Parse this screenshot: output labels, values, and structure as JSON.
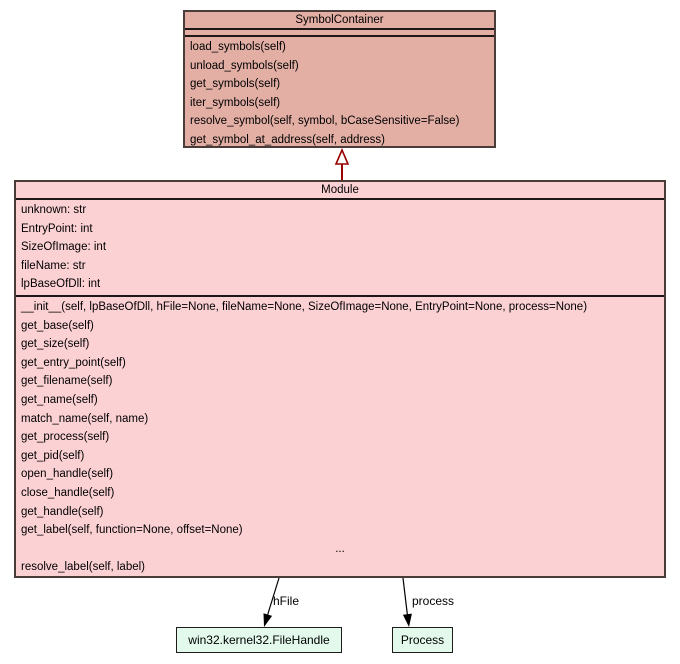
{
  "page": {
    "background": "#ffffff"
  },
  "classes": {
    "symbol_container": {
      "name": "SymbolContainer",
      "fill": "#e3afa5",
      "attributes": [],
      "methods": [
        "load_symbols(self)",
        "unload_symbols(self)",
        "get_symbols(self)",
        "iter_symbols(self)",
        "resolve_symbol(self, symbol, bCaseSensitive=False)",
        "get_symbol_at_address(self, address)"
      ]
    },
    "module": {
      "name": "Module",
      "fill": "#fcd1d4",
      "attributes": [
        "unknown: str",
        "EntryPoint: int",
        "SizeOfImage: int",
        "fileName: str",
        "lpBaseOfDll: int"
      ],
      "methods": [
        "__init__(self, lpBaseOfDll, hFile=None, fileName=None, SizeOfImage=None, EntryPoint=None, process=None)",
        "get_base(self)",
        "get_size(self)",
        "get_entry_point(self)",
        "get_filename(self)",
        "get_name(self)",
        "match_name(self, name)",
        "get_process(self)",
        "get_pid(self)",
        "open_handle(self)",
        "close_handle(self)",
        "get_handle(self)",
        "get_label(self, function=None, offset=None)",
        "...",
        "resolve_label(self, label)"
      ]
    }
  },
  "nodes": {
    "filehandle": {
      "label": "win32.kernel32.FileHandle",
      "fill": "#e2f9ec"
    },
    "process": {
      "label": "Process",
      "fill": "#e2f9ec"
    }
  },
  "edges": {
    "inheritance": {
      "type": "generalization",
      "from": "Module",
      "to": "SymbolContainer",
      "color": "#990000"
    },
    "hfile": {
      "type": "association",
      "label": "hFile",
      "from": "Module",
      "to": "win32.kernel32.FileHandle",
      "color": "#000000"
    },
    "process": {
      "type": "association",
      "label": "process",
      "from": "Module",
      "to": "Process",
      "color": "#000000"
    }
  }
}
